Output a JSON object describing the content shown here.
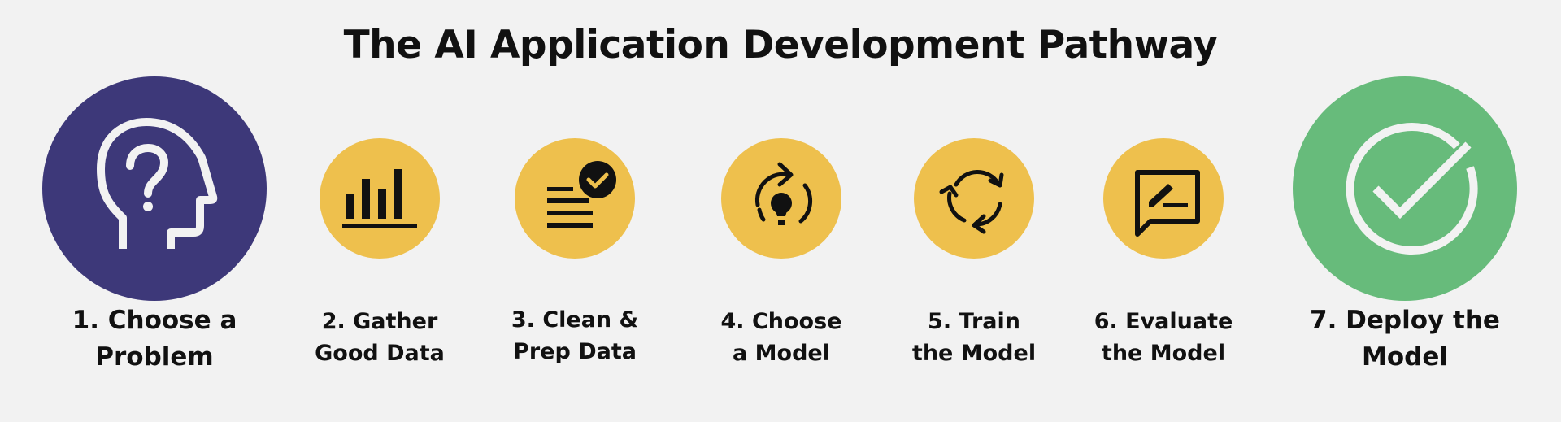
{
  "title": "The AI Application Development Pathway",
  "colors": {
    "background": "#f2f2f2",
    "purple": "#3d3879",
    "yellow": "#eec04d",
    "green": "#67bb7b",
    "icon_dark": "#111111",
    "icon_light": "#f2f2f2"
  },
  "steps": [
    {
      "number": "1",
      "line1": "1. Choose a",
      "line2": "Problem",
      "color": "#3d3879",
      "icon": "head-question-icon"
    },
    {
      "number": "2",
      "line1": "2. Gather",
      "line2": "Good Data",
      "color": "#eec04d",
      "icon": "bar-chart-icon"
    },
    {
      "number": "3",
      "line1": "3. Clean &",
      "line2": "Prep Data",
      "color": "#eec04d",
      "icon": "list-check-icon"
    },
    {
      "number": "4",
      "line1": "4. Choose",
      "line2": "a Model",
      "color": "#eec04d",
      "icon": "lightbulb-cycle-icon"
    },
    {
      "number": "5",
      "line1": "5. Train",
      "line2": "the Model",
      "color": "#eec04d",
      "icon": "refresh-arrows-icon"
    },
    {
      "number": "6",
      "line1": "6. Evaluate",
      "line2": "the Model",
      "color": "#eec04d",
      "icon": "feedback-pen-icon"
    },
    {
      "number": "7",
      "line1": "7. Deploy the",
      "line2": "Model",
      "color": "#67bb7b",
      "icon": "check-circle-icon"
    }
  ]
}
